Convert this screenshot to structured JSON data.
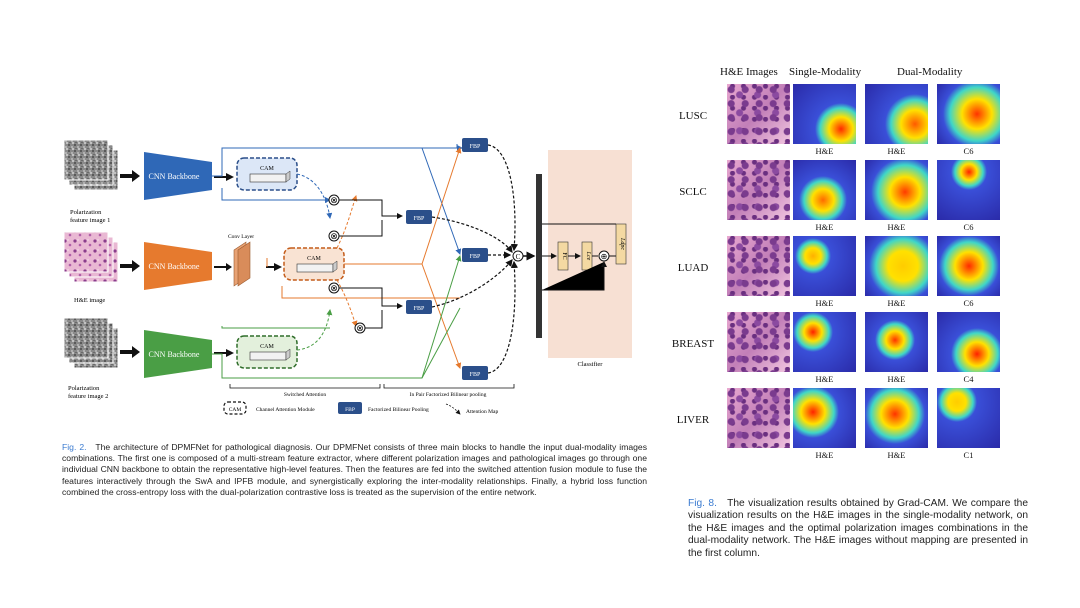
{
  "figure2": {
    "inputs": {
      "pol1": "Polarization\nfeature image 1",
      "he": "H&E image",
      "pol2": "Polarization\nfeature image 2"
    },
    "backbone_label": "CNN Backbone",
    "conv_layer_label": "Conv Layer",
    "cam_label": "CAM",
    "fbp_label": "FBP",
    "concat_symbol": "C",
    "otimes_symbol": "⊗",
    "oplus_symbol": "⊕",
    "fc_label": "FC",
    "lce_label": "Lce",
    "ldpc_label": "Ldpc",
    "classifier_label": "Classifier",
    "switched_attention_label": "Switched Attention",
    "in_pair_label": "In Pair Factorized Bilinear pooling",
    "legend": {
      "cam_text": "Channel Attention Module",
      "fbp_text": "Factorized Bilinear Pooling",
      "attention_map_text": "Attention Map"
    },
    "colors": {
      "blue": "#2f68b7",
      "orange": "#e67a2e",
      "green": "#4a9e45",
      "navy": "#2b4f8a",
      "classifier_bg": "#f7e0d3"
    }
  },
  "figure2_caption": {
    "label": "Fig. 2.",
    "text": "The architecture of DPMFNet for pathological diagnosis. Our DPMFNet consists of three main blocks to handle the input dual-modality images combinations. The first one is composed of a multi-stream feature extractor, where different polarization images and pathological images go through one individual CNN backbone to obtain the representative high-level features. Then the features are fed into the switched attention fusion module to fuse the features interactively through the SwA and IPFB module, and synergistically exploring the inter-modality relationships. Finally, a hybrid loss function combined the cross-entropy loss with the dual-polarization contrastive loss is treated as the supervision of the entire network."
  },
  "figure8": {
    "column_headers": [
      "H&E Images",
      "Single-Modality",
      "Dual-Modality"
    ],
    "rows": [
      {
        "label": "LUSC",
        "sublabels": [
          "H&E",
          "H&E",
          "C6"
        ]
      },
      {
        "label": "SCLC",
        "sublabels": [
          "H&E",
          "H&E",
          "C6"
        ]
      },
      {
        "label": "LUAD",
        "sublabels": [
          "H&E",
          "H&E",
          "C6"
        ]
      },
      {
        "label": "BREAST",
        "sublabels": [
          "H&E",
          "H&E",
          "C4"
        ]
      },
      {
        "label": "LIVER",
        "sublabels": [
          "H&E",
          "H&E",
          "C1"
        ]
      }
    ]
  },
  "figure8_caption": {
    "label": "Fig. 8.",
    "text": "The visualization results obtained by Grad-CAM. We compare the visualization results on the H&E images in the single-modality network, on the H&E images and the optimal polarization images combinations in the dual-modality network. The H&E images without mapping are presented in the first column."
  }
}
